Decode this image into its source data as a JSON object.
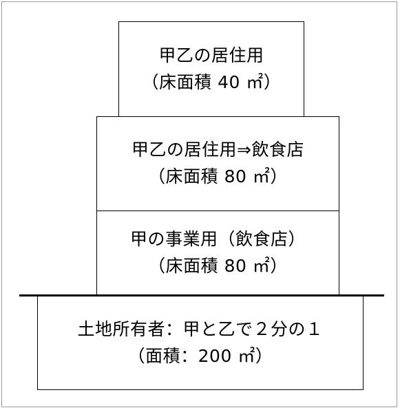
{
  "diagram": {
    "top_floor": {
      "use": "甲乙の居住用",
      "area": "（床面積 40 ㎡）"
    },
    "second_floor": {
      "use": "甲乙の居住用⇒飲食店",
      "area": "（床面積 80 ㎡）"
    },
    "first_floor": {
      "use": "甲の事業用（飲食店）",
      "area": "（床面積 80 ㎡）"
    },
    "land": {
      "owner": "土地所有者：甲と乙で２分の１",
      "area": "（面積：200 ㎡）"
    }
  }
}
